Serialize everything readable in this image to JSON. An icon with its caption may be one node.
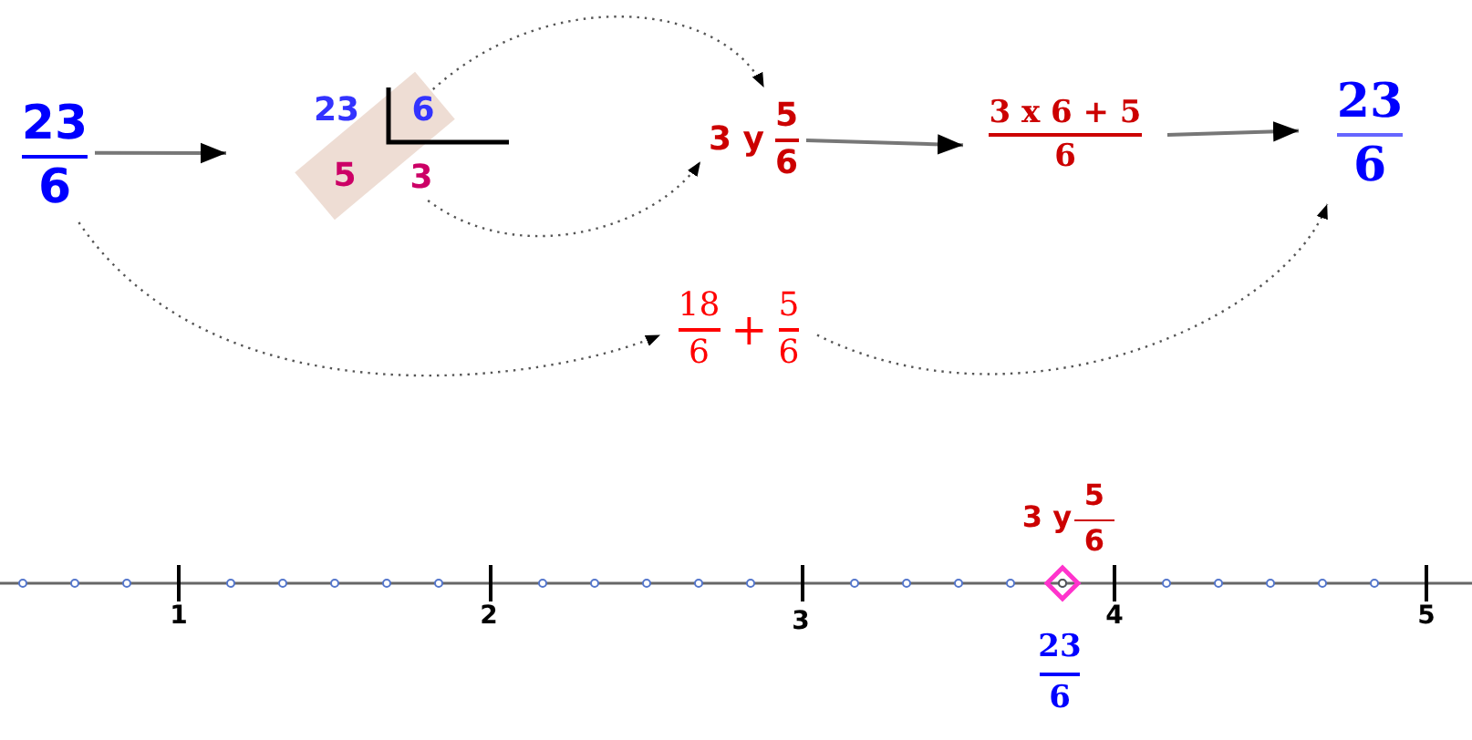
{
  "diagram": {
    "nodes": [
      {
        "text": [
          "23",
          "6"
        ]
      },
      {
        "text": [
          "23"
        ]
      },
      {
        "text": [
          "6"
        ],
        "in": 1
      },
      {
        "text": [
          "5"
        ],
        "in": 1
      },
      {
        "text": [
          "3"
        ],
        "in": 1
      },
      {
        "text": [
          "3 y",
          "5",
          "6"
        ]
      },
      {
        "text": [
          "3 x 6 + 5",
          "6"
        ]
      },
      {
        "text": [
          "23",
          "6"
        ]
      },
      {
        "text": [
          "18",
          "6",
          "+",
          "5",
          "6"
        ]
      }
    ],
    "edges": [
      {
        "from": 0,
        "to": 1,
        "arrow": "to"
      },
      {
        "from": 2,
        "to": 5,
        "arrow": "to",
        "style": "dashed"
      },
      {
        "from": 4,
        "to": 5,
        "arrow": "to",
        "style": "dashed"
      },
      {
        "from": 5,
        "to": 6,
        "arrow": "to"
      },
      {
        "from": 6,
        "to": 7,
        "arrow": "to"
      },
      {
        "from": 0,
        "to": 8,
        "arrow": "to",
        "style": "dashed"
      },
      {
        "from": 8,
        "to": 7,
        "arrow": "to",
        "style": "dashed"
      }
    ],
    "labels": [
      "3 y",
      "5",
      "6",
      "1",
      "2",
      "3",
      "4",
      "5",
      "23",
      "6"
    ]
  }
}
